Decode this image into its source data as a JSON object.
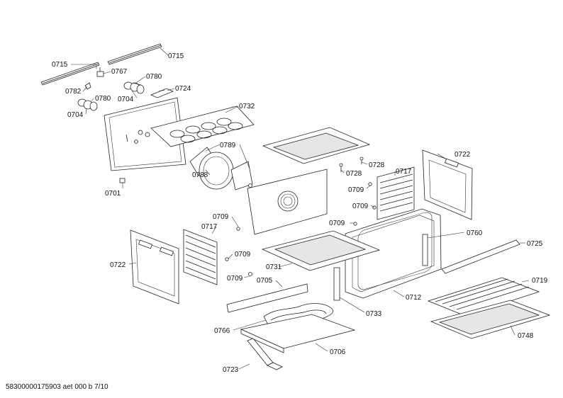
{
  "diagram": {
    "type": "exploded-parts-view",
    "labels": {
      "l0715a": "0715",
      "l0715b": "0715",
      "l0767": "0767",
      "l0780a": "0780",
      "l0782": "0782",
      "l0704a": "0704",
      "l0780b": "0780",
      "l0704b": "0704",
      "l0724": "0724",
      "l0732": "0732",
      "l0789": "0789",
      "l0701": "0701",
      "l0788": "0788",
      "l0728a": "0728",
      "l0728b": "0728",
      "l0717a": "0717",
      "l0722a": "0722",
      "l0709a": "0709",
      "l0709b": "0709",
      "l0709c": "0709",
      "l0709d": "0709",
      "l0709e": "0709",
      "l0709f": "0709",
      "l0717b": "0717",
      "l0760": "0760",
      "l0725": "0725",
      "l0722b": "0722",
      "l0731": "0731",
      "l0705": "0705",
      "l0719": "0719",
      "l0712": "0712",
      "l0733": "0733",
      "l0766": "0766",
      "l0748": "0748",
      "l0706": "0706",
      "l0723": "0723"
    }
  },
  "footer": {
    "text": "58300000175903 aet 000 b 7/10"
  }
}
